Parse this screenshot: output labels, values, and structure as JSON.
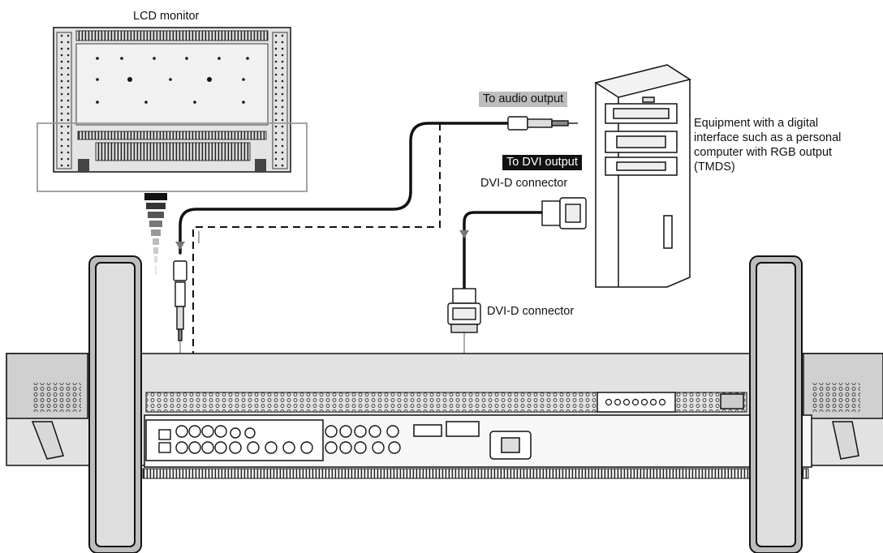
{
  "labels": {
    "lcd_monitor": "LCD monitor",
    "to_audio_output": "To audio output",
    "to_dvi_output": "To DVI output",
    "dvi_d_connector_top": "DVI-D connector",
    "dvi_d_connector_bottom": "DVI-D connector",
    "equipment": "Equipment with a digital interface such as a personal computer with RGB output (TMDS)"
  },
  "colors": {
    "line": "#111111",
    "panel_fill": "#d9d9d9",
    "panel_dark": "#bcbcbc",
    "highlight_box": "#9a9a9a",
    "tag_gray": "#bdbdbd",
    "tag_black": "#111111"
  }
}
